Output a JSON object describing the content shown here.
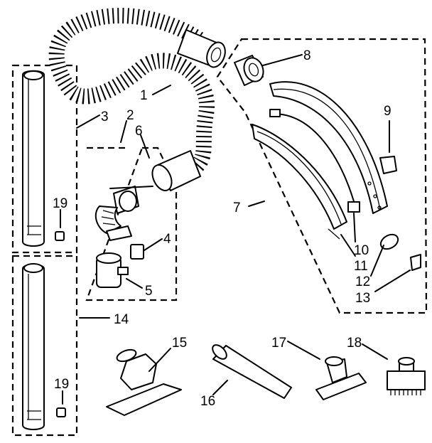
{
  "diagram": {
    "callouts": {
      "c1": "1",
      "c2": "2",
      "c3": "3",
      "c4": "4",
      "c5": "5",
      "c6": "6",
      "c7": "7",
      "c8": "8",
      "c9": "9",
      "c10": "10",
      "c11": "11",
      "c12": "12",
      "c13": "13",
      "c14": "14",
      "c15": "15",
      "c16": "16",
      "c17": "17",
      "c18": "18",
      "c19a": "19",
      "c19b": "19"
    }
  }
}
